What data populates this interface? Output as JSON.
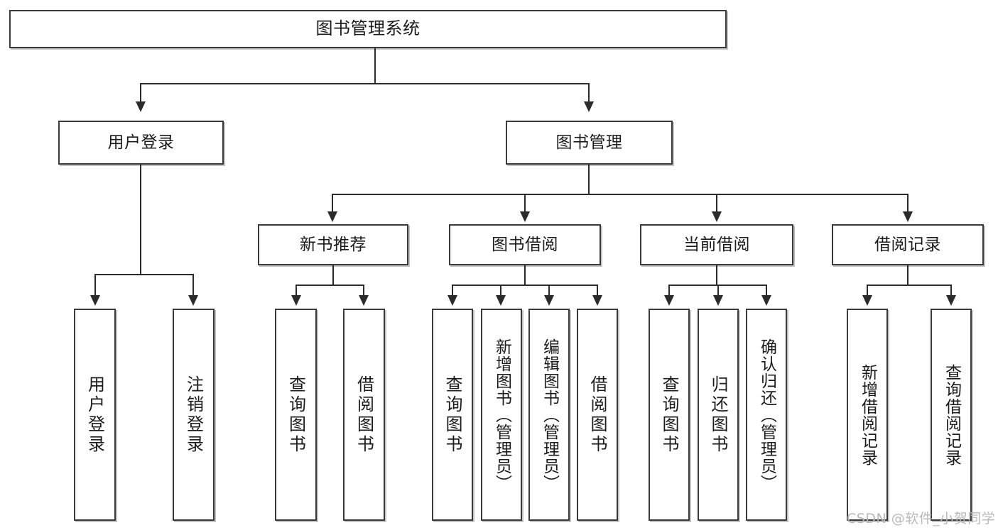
{
  "diagram": {
    "type": "tree-hierarchy",
    "title": "图书管理系统",
    "root": {
      "label": "图书管理系统"
    },
    "level2": [
      {
        "label": "用户登录"
      },
      {
        "label": "图书管理"
      }
    ],
    "level3": [
      {
        "label": "新书推荐"
      },
      {
        "label": "图书借阅"
      },
      {
        "label": "当前借阅"
      },
      {
        "label": "借阅记录"
      }
    ],
    "leaves": [
      {
        "label": "用户登录",
        "parent": "用户登录"
      },
      {
        "label": "注销登录",
        "parent": "用户登录"
      },
      {
        "label": "查询图书",
        "parent": "新书推荐"
      },
      {
        "label": "借阅图书",
        "parent": "新书推荐"
      },
      {
        "label": "查询图书",
        "parent": "图书借阅"
      },
      {
        "label": "新增图书（管理员）",
        "parent": "图书借阅"
      },
      {
        "label": "编辑图书（管理员）",
        "parent": "图书借阅"
      },
      {
        "label": "借阅图书",
        "parent": "图书借阅"
      },
      {
        "label": "查询图书",
        "parent": "当前借阅"
      },
      {
        "label": "归还图书",
        "parent": "当前借阅"
      },
      {
        "label": "确认归还（管理员）",
        "parent": "当前借阅"
      },
      {
        "label": "新增借阅记录",
        "parent": "借阅记录"
      },
      {
        "label": "查询借阅记录",
        "parent": "借阅记录"
      }
    ]
  },
  "watermark": {
    "text": "CSDN @软件_小贺同学"
  },
  "colors": {
    "stroke": "#3a3a3a",
    "connector": "#2b2b2b",
    "text": "#1b1b1b",
    "background": "#ffffff",
    "watermark": "#b9b9b9"
  }
}
